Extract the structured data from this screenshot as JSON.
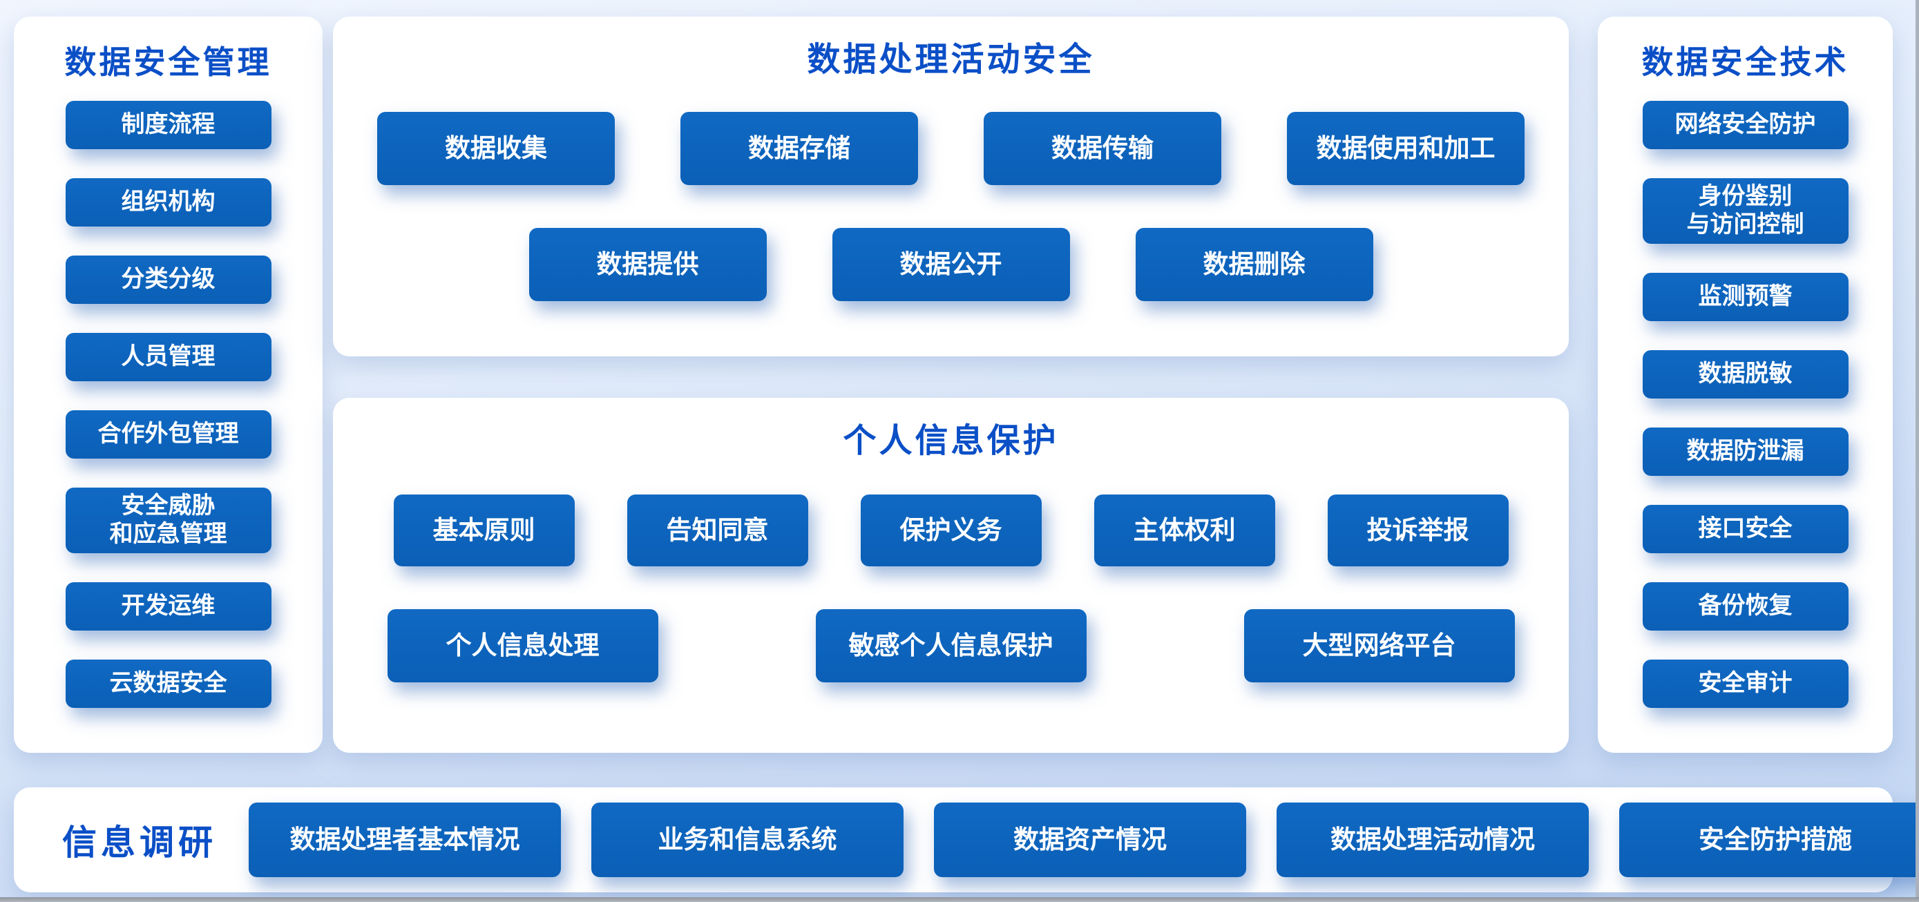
{
  "colors": {
    "button_blue": "#0d64be",
    "title_blue": "#0b4fc7",
    "page_bg_top": "#f1f6fe",
    "page_bg_bottom": "#c2d6f2",
    "panel_bg": "#ffffff",
    "button_text": "#ffffff"
  },
  "panels": {
    "management": {
      "title": "数据安全管理",
      "items": [
        "制度流程",
        "组织机构",
        "分类分级",
        "人员管理",
        "合作外包管理",
        [
          "安全威胁",
          "和应急管理"
        ],
        "开发运维",
        "云数据安全"
      ]
    },
    "processing": {
      "title": "数据处理活动安全",
      "row1": [
        "数据收集",
        "数据存储",
        "数据传输",
        "数据使用和加工"
      ],
      "row2": [
        "数据提供",
        "数据公开",
        "数据删除"
      ]
    },
    "personal": {
      "title": "个人信息保护",
      "row1": [
        "基本原则",
        "告知同意",
        "保护义务",
        "主体权利",
        "投诉举报"
      ],
      "row2": [
        "个人信息处理",
        "敏感个人信息保护",
        "大型网络平台"
      ]
    },
    "technology": {
      "title": "数据安全技术",
      "items": [
        "网络安全防护",
        [
          "身份鉴别",
          "与访问控制"
        ],
        "监测预警",
        "数据脱敏",
        "数据防泄漏",
        "接口安全",
        "备份恢复",
        "安全审计"
      ]
    },
    "research": {
      "title": "信息调研",
      "items": [
        "数据处理者基本情况",
        "业务和信息系统",
        "数据资产情况",
        "数据处理活动情况",
        "安全防护措施"
      ]
    }
  }
}
